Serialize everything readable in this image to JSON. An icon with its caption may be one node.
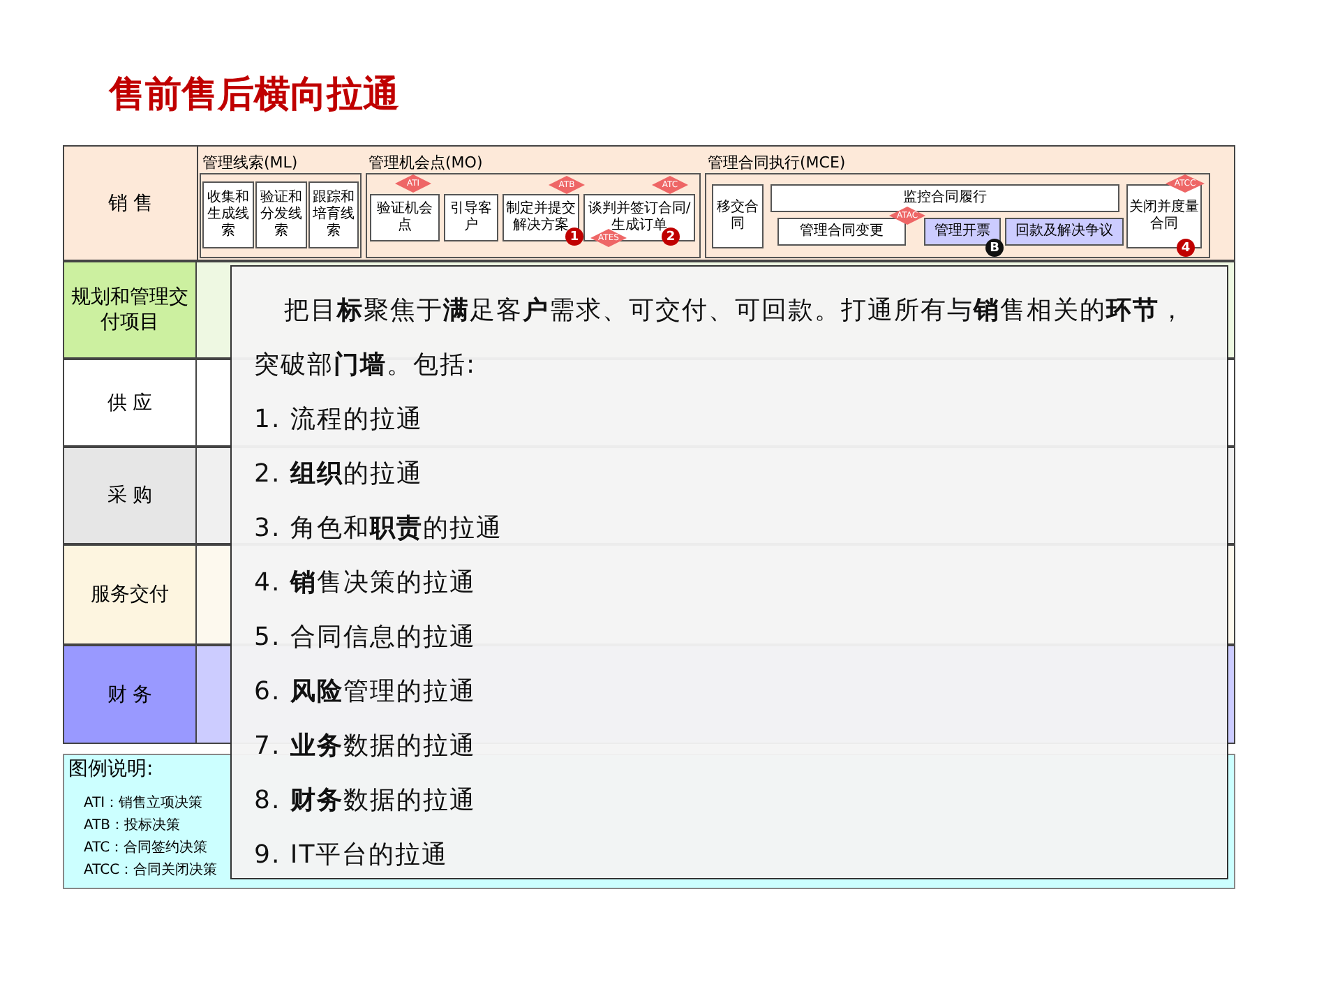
{
  "diagram": {
    "title": "售前售后横向拉通",
    "nodes": [
      {
        "text": [
          "销 售"
        ]
      },
      {
        "text": [
          "管理线索(ML)"
        ],
        "in": 0
      },
      {
        "text": [
          "收集和生成线索"
        ],
        "in": 1
      },
      {
        "text": [
          "验证和分发线索"
        ],
        "in": 1
      },
      {
        "text": [
          "跟踪和培育线索"
        ],
        "in": 1
      },
      {
        "text": [
          "管理机会点(MO)"
        ],
        "in": 0
      },
      {
        "text": [
          "验证机会点"
        ],
        "in": 5
      },
      {
        "text": [
          "引导客户"
        ],
        "in": 5
      },
      {
        "text": [
          "制定并提交解决方案"
        ],
        "in": 5
      },
      {
        "text": [
          "谈判并签订合同/生成订单"
        ],
        "in": 5
      },
      {
        "text": [
          "管理合同执行(MCE)"
        ],
        "in": 0
      },
      {
        "text": [
          "移交合同"
        ],
        "in": 10
      },
      {
        "text": [
          "监控合同履行"
        ],
        "in": 10
      },
      {
        "text": [
          "管理合同变更"
        ],
        "in": 10
      },
      {
        "text": [
          "管理开票"
        ],
        "in": 10
      },
      {
        "text": [
          "回款及解决争议"
        ],
        "in": 10
      },
      {
        "text": [
          "关闭并度量合同"
        ],
        "in": 10
      },
      {
        "text": [
          "ATI"
        ],
        "in": 5
      },
      {
        "text": [
          "ATB"
        ],
        "in": 5
      },
      {
        "text": [
          "ATC"
        ],
        "in": 5
      },
      {
        "text": [
          "ATES"
        ],
        "in": 5
      },
      {
        "text": [
          "ATAC"
        ],
        "in": 10
      },
      {
        "text": [
          "ATCC"
        ],
        "in": 10
      },
      {
        "text": [
          "规划和管理交付项目"
        ]
      },
      {
        "text": [
          "供 应"
        ]
      },
      {
        "text": [
          "采 购"
        ]
      },
      {
        "text": [
          "服务交付"
        ]
      },
      {
        "text": [
          "财 务"
        ]
      },
      {
        "text": [
          "把目**标**聚焦于**满**足客**户**需求、可交付、可回款。打通所有与**销**售相关的**环节**，突破部**门墙**。包括:",
          "1. 流程的拉通",
          "2. **组织**的拉通",
          "3. 角色和**职责**的拉通",
          "4. **销**售决策的拉通",
          "5. 合同信息的拉通",
          "6. **风险**管理的拉通",
          "7. **业务**数据的拉通",
          "8. **财务**数据的拉通",
          "9. IT平台的拉通"
        ]
      },
      {
        "text": [
          "图例说明:"
        ]
      }
    ],
    "labels": [
      "1",
      "2",
      "B",
      "4",
      "ATI：销售立项决策",
      "ATB：投标决策",
      "ATC：合同签约决策",
      "ATCC：合同关闭决策"
    ]
  }
}
